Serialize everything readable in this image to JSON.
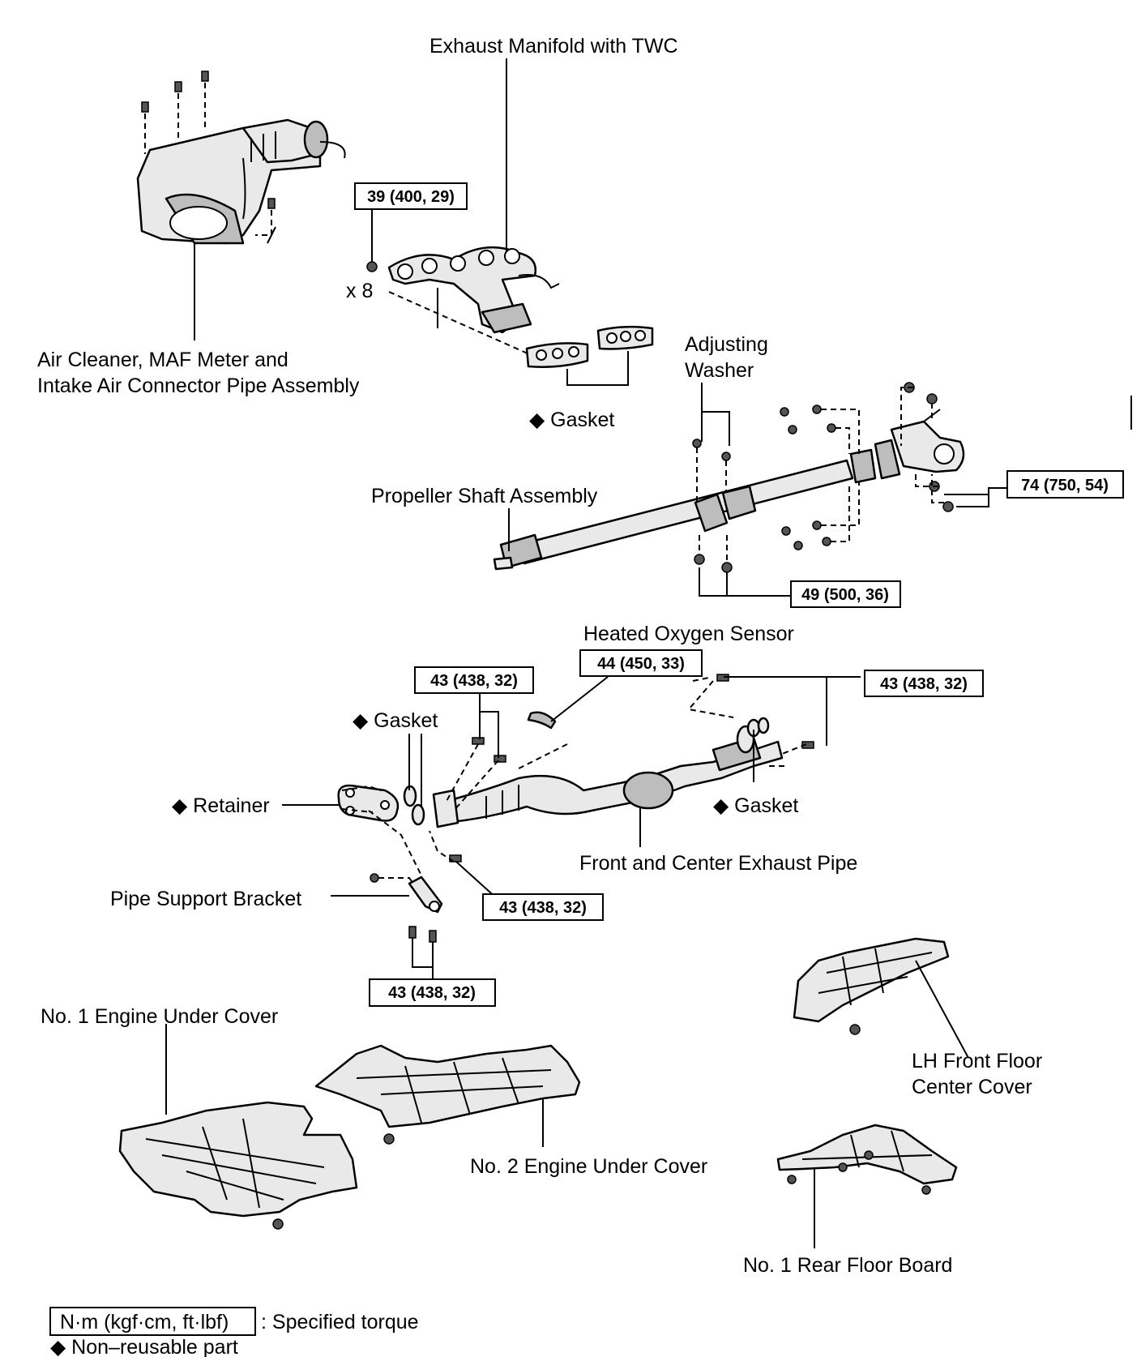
{
  "labels": {
    "exhaust_manifold": "Exhaust Manifold with TWC",
    "air_cleaner_line1": "Air Cleaner, MAF Meter and",
    "air_cleaner_line2": "Intake Air Connector Pipe Assembly",
    "x8": "x 8",
    "gasket_top": "◆ Gasket",
    "adjusting_line1": "Adjusting",
    "adjusting_line2": "Washer",
    "propeller_shaft": "Propeller Shaft Assembly",
    "heated_oxygen_sensor": "Heated Oxygen Sensor",
    "gasket_mid_left": "◆ Gasket",
    "gasket_mid_right": "◆ Gasket",
    "retainer": "◆ Retainer",
    "front_center_exhaust": "Front and Center Exhaust Pipe",
    "pipe_support_bracket": "Pipe Support Bracket",
    "no1_engine_under_cover": "No. 1 Engine Under Cover",
    "no2_engine_under_cover": "No. 2 Engine Under Cover",
    "lh_front_line1": "LH Front Floor",
    "lh_front_line2": "Center Cover",
    "no1_rear_floor_board": "No. 1 Rear Floor Board"
  },
  "torques": {
    "manifold": "39 (400, 29)",
    "shaft_flange": "74 (750, 54)",
    "shaft_center": "49 (500, 36)",
    "oxygen_sensor": "44 (450, 33)",
    "pipe_front_upper": "43 (438, 32)",
    "pipe_rear": "43 (438, 32)",
    "pipe_front_lower": "43 (438, 32)",
    "bracket": "43 (438, 32)"
  },
  "legend": {
    "unit_box": "N·m (kgf·cm, ft·lbf)",
    "unit_text": ": Specified torque",
    "nonreusable": "◆ Non–reusable part"
  }
}
